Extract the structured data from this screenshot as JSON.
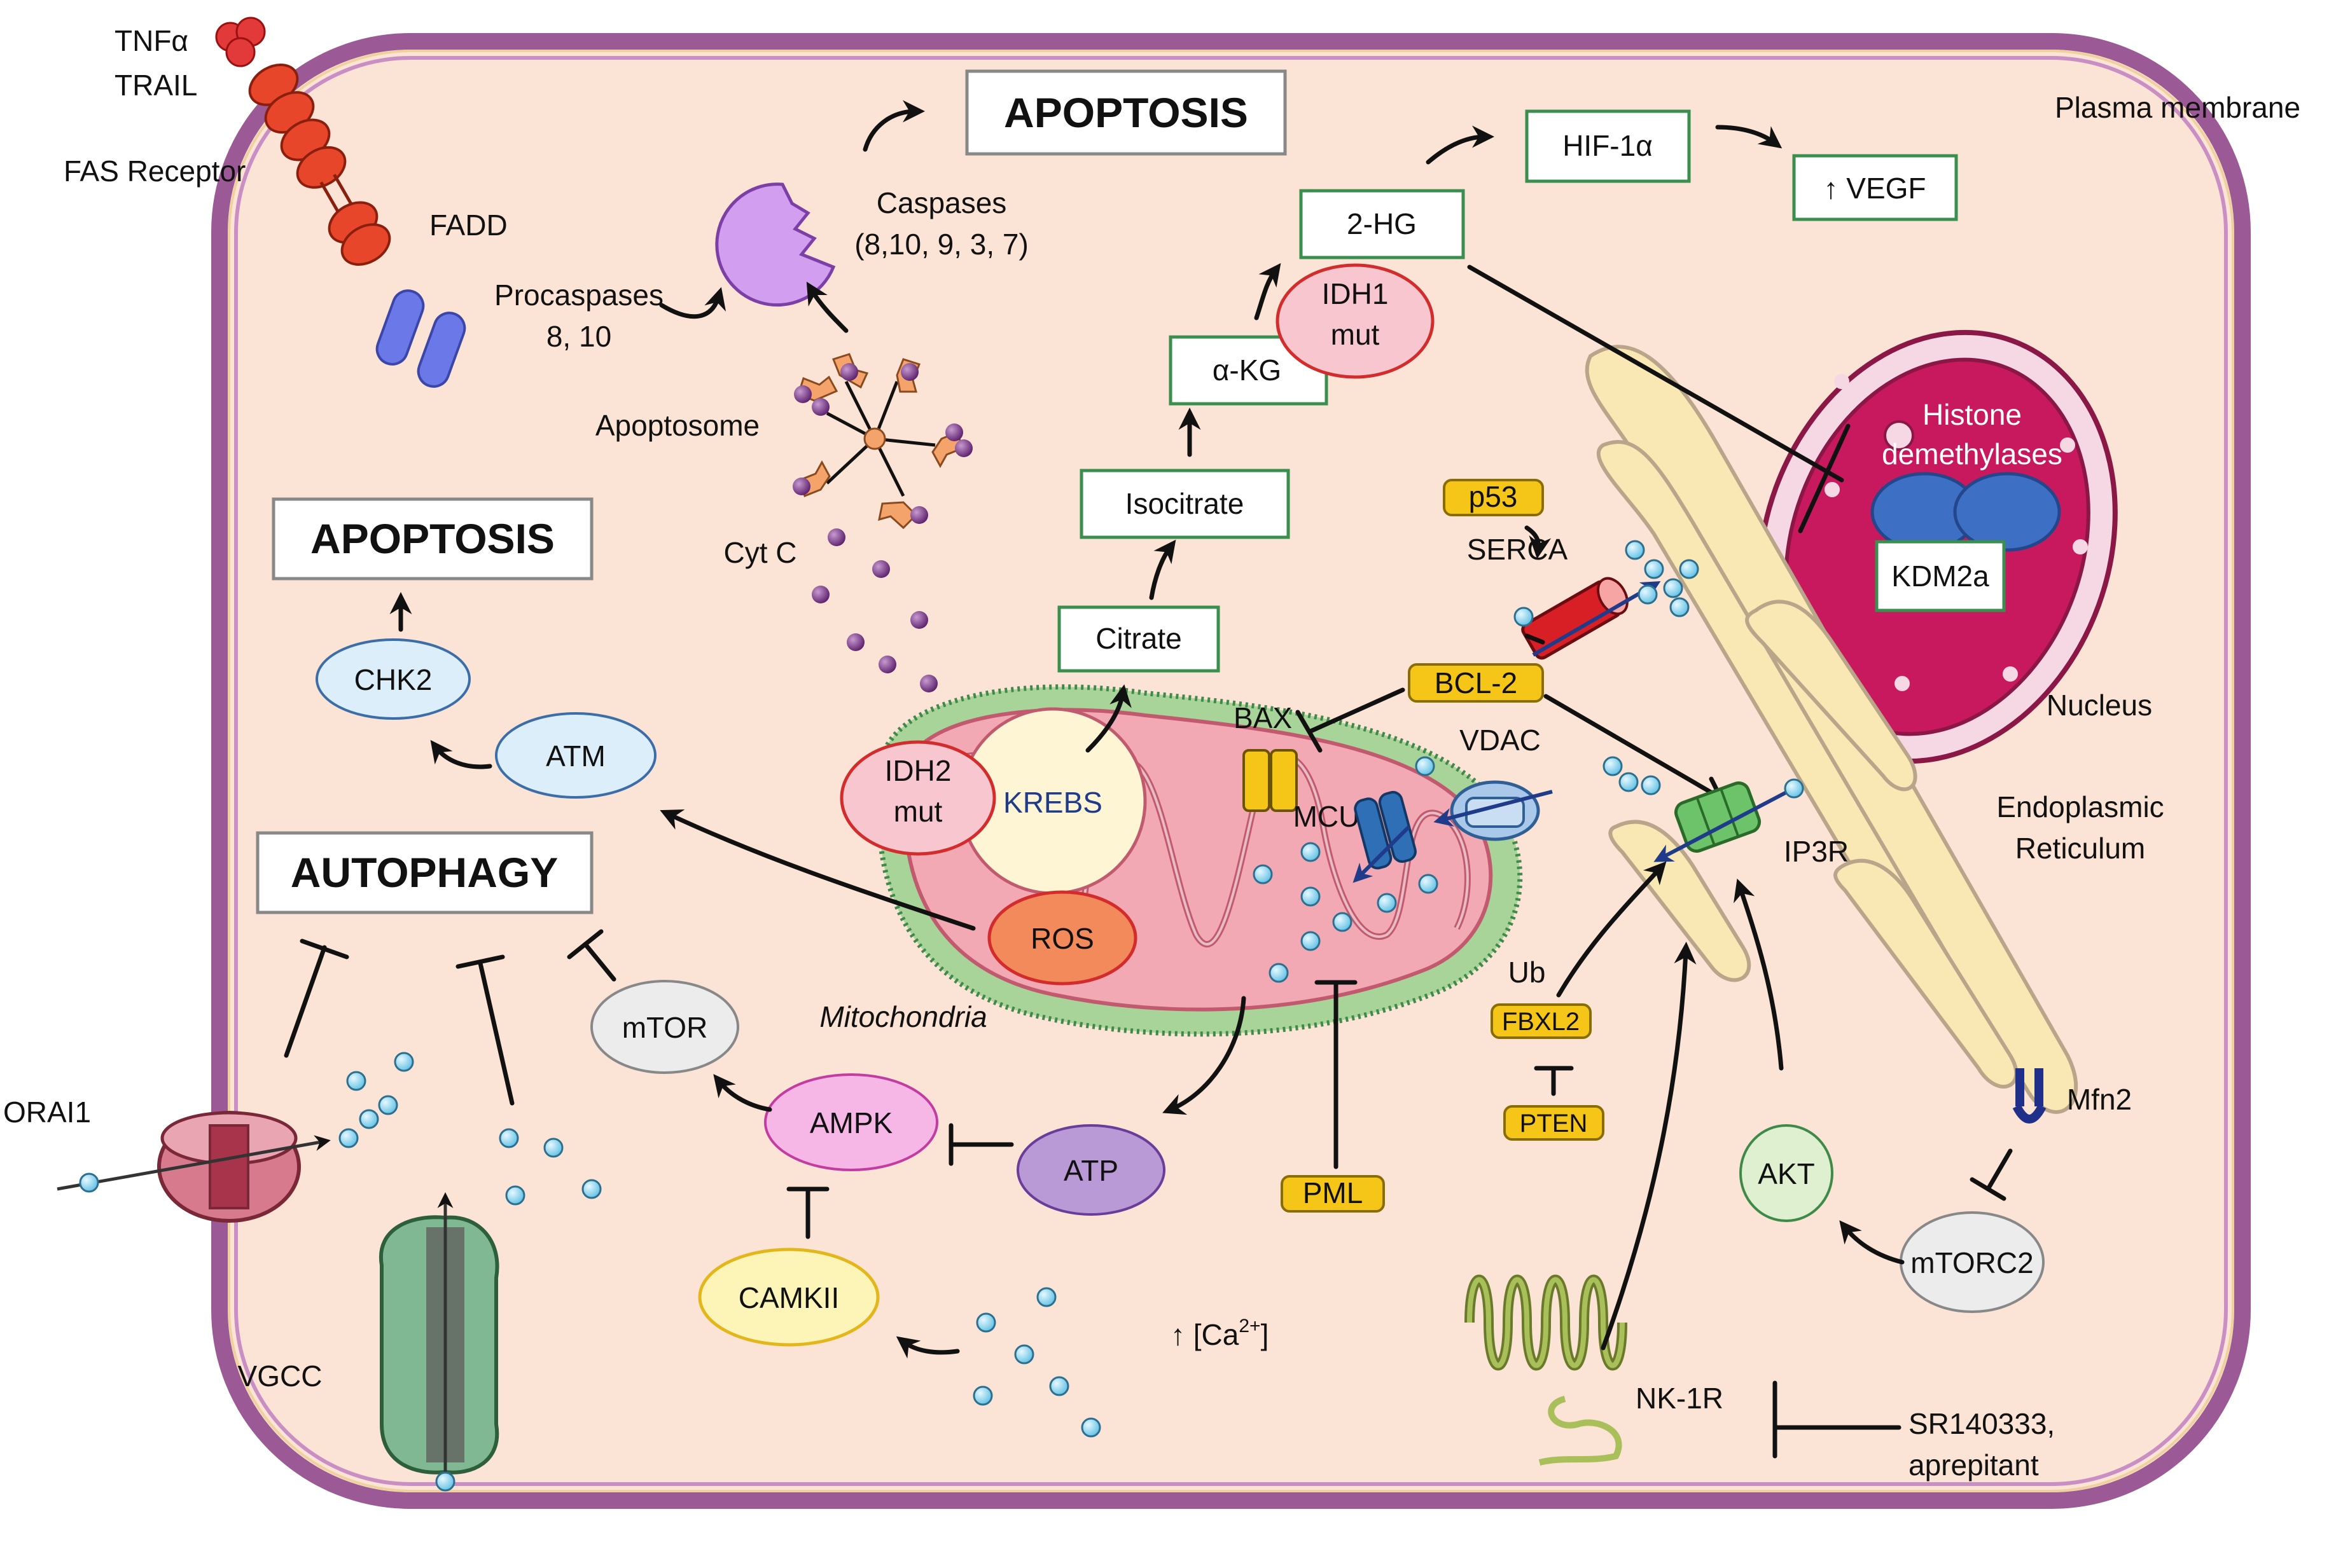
{
  "labels": {
    "tnf": "TNFα",
    "trail": "TRAIL",
    "fas_receptor": "FAS Receptor",
    "fadd": "FADD",
    "procaspases_1": "Procaspases",
    "procaspases_2": "8, 10",
    "caspases_1": "Caspases",
    "caspases_2": "(8,10, 9, 3, 7)",
    "apoptosome": "Apoptosome",
    "cyt_c": "Cyt C",
    "plasma_membrane": "Plasma membrane",
    "serca": "SERCA",
    "bax": "BAX",
    "vdac": "VDAC",
    "mcu": "MCU",
    "ip3r": "IP3R",
    "nucleus": "Nucleus",
    "er_1": "Endoplasmic",
    "er_2": "Reticulum",
    "histone_1": "Histone",
    "histone_2": "demethylases",
    "mitochondria": "Mitochondria",
    "krebs": "KREBS",
    "ub": "Ub",
    "mfn2": "Mfn2",
    "orai1": "ORAI1",
    "vgcc": "VGCC",
    "nk1r": "NK-1R",
    "sr_1": "SR140333,",
    "sr_2": "aprepitant",
    "ca_arrow": "↑ [Ca",
    "ca_sup": "2+",
    "ca_close": "]"
  },
  "boxes": {
    "apoptosis_top": "APOPTOSIS",
    "apoptosis_left": "APOPTOSIS",
    "autophagy": "AUTOPHAGY",
    "hif": "HIF-1α",
    "vegf": "↑ VEGF",
    "two_hg": "2-HG",
    "akg": "α-KG",
    "isocitrate": "Isocitrate",
    "citrate": "Citrate",
    "kdm2a": "KDM2a"
  },
  "nodes": {
    "idh1_1": "IDH1",
    "idh1_2": "mut",
    "idh2_1": "IDH2",
    "idh2_2": "mut",
    "ros": "ROS",
    "chk2": "CHK2",
    "atm": "ATM",
    "mtor": "mTOR",
    "ampk": "AMPK",
    "atp": "ATP",
    "camkii": "CAMKII",
    "akt": "AKT",
    "mtorc2": "mTORC2"
  },
  "pills": {
    "p53": "p53",
    "bcl2": "BCL-2",
    "fbxl2": "FBXL2",
    "pten": "PTEN",
    "pml": "PML"
  },
  "colors": {
    "cytoplasm": "#fbe3d6",
    "membrane": "#9b5a96",
    "box_green": "#3a8f4f",
    "nucleus": "#c8195e",
    "mitochondria_outer": "#a8d49a",
    "mitochondria_inner": "#f2a9b3",
    "pill": "#f5c518",
    "calcium": "#7fd0ea"
  }
}
